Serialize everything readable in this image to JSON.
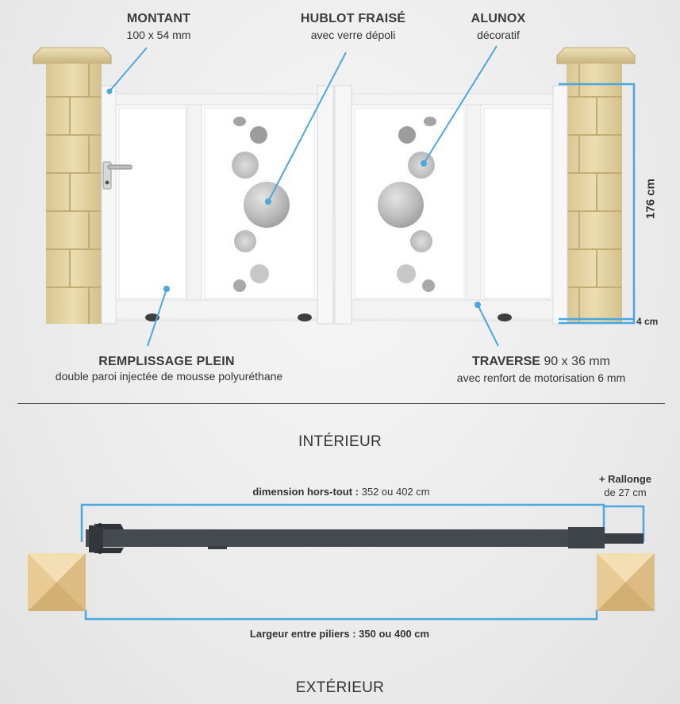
{
  "callouts": {
    "montant": {
      "title": "MONTANT",
      "sub": "100 x 54 mm"
    },
    "hublot": {
      "title": "HUBLOT FRAISÉ",
      "sub": "avec verre dépoli"
    },
    "alunox": {
      "title": "ALUNOX",
      "sub": "décoratif"
    },
    "remplissage": {
      "title": "REMPLISSAGE PLEIN",
      "sub": "double paroi injectée de mousse polyuréthane"
    },
    "traverse": {
      "title_bold": "TRAVERSE",
      "title_rest": " 90 x 36 mm",
      "sub": "avec renfort de motorisation 6 mm"
    }
  },
  "dimensions": {
    "height": "176 cm",
    "gap": "4 cm",
    "overall_label": "dimension hors-tout :",
    "overall_value": " 352 ou 402 cm",
    "extension_title": "+ Rallonge",
    "extension_value": "de 27 cm",
    "between_pillars": "Largeur entre piliers : 350 ou 400 cm"
  },
  "sections": {
    "interior": "INTÉRIEUR",
    "exterior": "EXTÉRIEUR"
  },
  "colors": {
    "accent": "#4aa8e0",
    "stone": "#e7d7a8",
    "gate_white": "#fbfbfb",
    "profile": "#454a50",
    "pillar_top": "#e8c98e"
  }
}
